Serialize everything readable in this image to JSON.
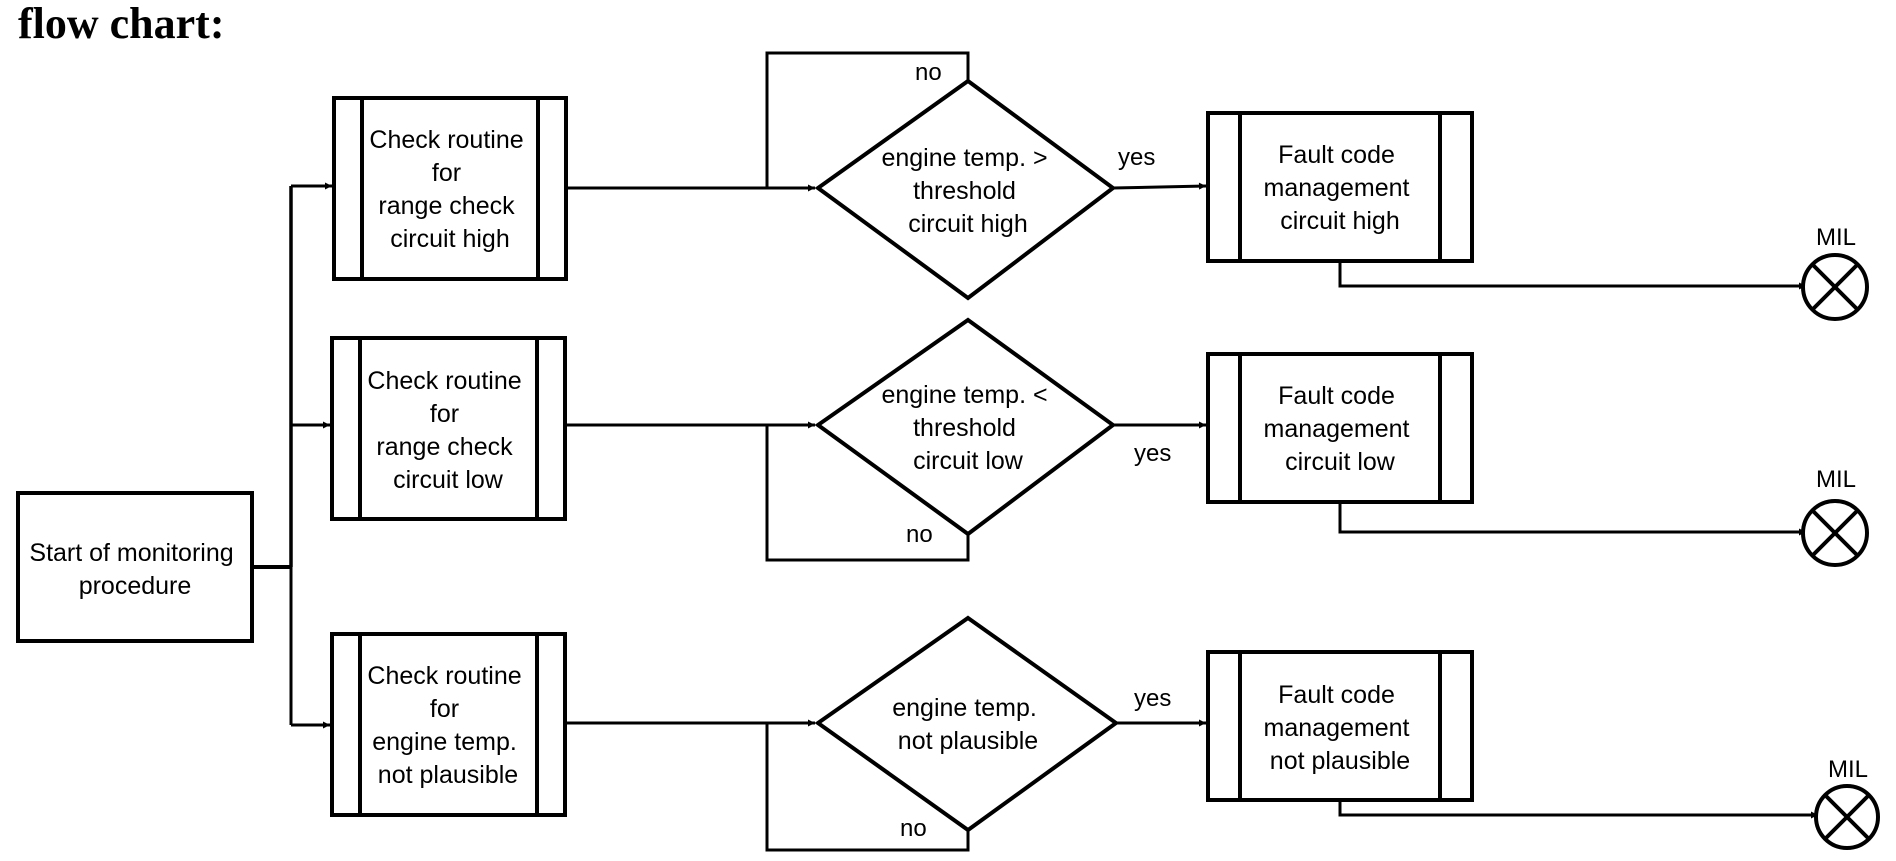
{
  "heading": "flow chart:",
  "start": {
    "lines": [
      "Start of monitoring",
      "procedure"
    ]
  },
  "rows": [
    {
      "check": {
        "lines": [
          "Check routine",
          "for",
          "range check",
          "circuit high"
        ]
      },
      "decision": {
        "lines": [
          "engine temp. >",
          "threshold",
          "circuit high"
        ]
      },
      "yes_label": "yes",
      "no_label": "no",
      "fault": {
        "lines": [
          "Fault code",
          "management",
          "circuit high"
        ]
      },
      "mil_label": "MIL"
    },
    {
      "check": {
        "lines": [
          "Check routine",
          "for",
          "range check",
          "circuit low"
        ]
      },
      "decision": {
        "lines": [
          "engine temp. <",
          "threshold",
          "circuit low"
        ]
      },
      "yes_label": "yes",
      "no_label": "no",
      "fault": {
        "lines": [
          "Fault code",
          "management",
          "circuit low"
        ]
      },
      "mil_label": "MIL"
    },
    {
      "check": {
        "lines": [
          "Check routine",
          "for",
          "engine temp.",
          "not plausible"
        ]
      },
      "decision": {
        "lines": [
          "engine temp.",
          "not plausible"
        ]
      },
      "yes_label": "yes",
      "no_label": "no",
      "fault": {
        "lines": [
          "Fault code",
          "management",
          "not plausible"
        ]
      },
      "mil_label": "MIL"
    }
  ]
}
